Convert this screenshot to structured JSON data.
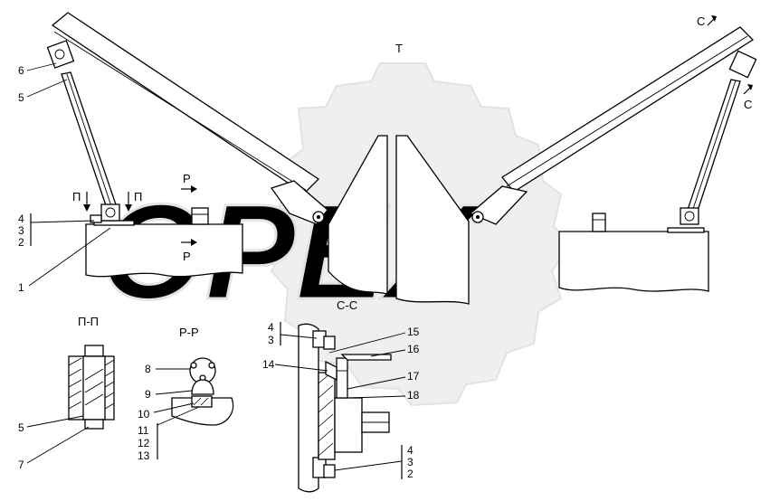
{
  "drawing": {
    "top_label": "Т",
    "view_cc": "С-С",
    "view_pp": "П-П",
    "view_rr": "Р-Р",
    "cut_p_left": "П",
    "cut_p_right": "П",
    "cut_r_top": "Р",
    "cut_r_bottom": "Р",
    "cut_c_top": "С",
    "cut_c_right": "С"
  },
  "watermark": {
    "text": "OPEX",
    "color": "#e6e6e6"
  },
  "callouts": {
    "main": [
      "6",
      "5",
      "4",
      "3",
      "2",
      "1"
    ],
    "pp": [
      "5",
      "7"
    ],
    "rr": [
      "8",
      "9",
      "10",
      "11",
      "12",
      "13"
    ],
    "cc": [
      "4",
      "3",
      "15",
      "16",
      "14",
      "17",
      "18",
      "4",
      "3",
      "2"
    ]
  }
}
